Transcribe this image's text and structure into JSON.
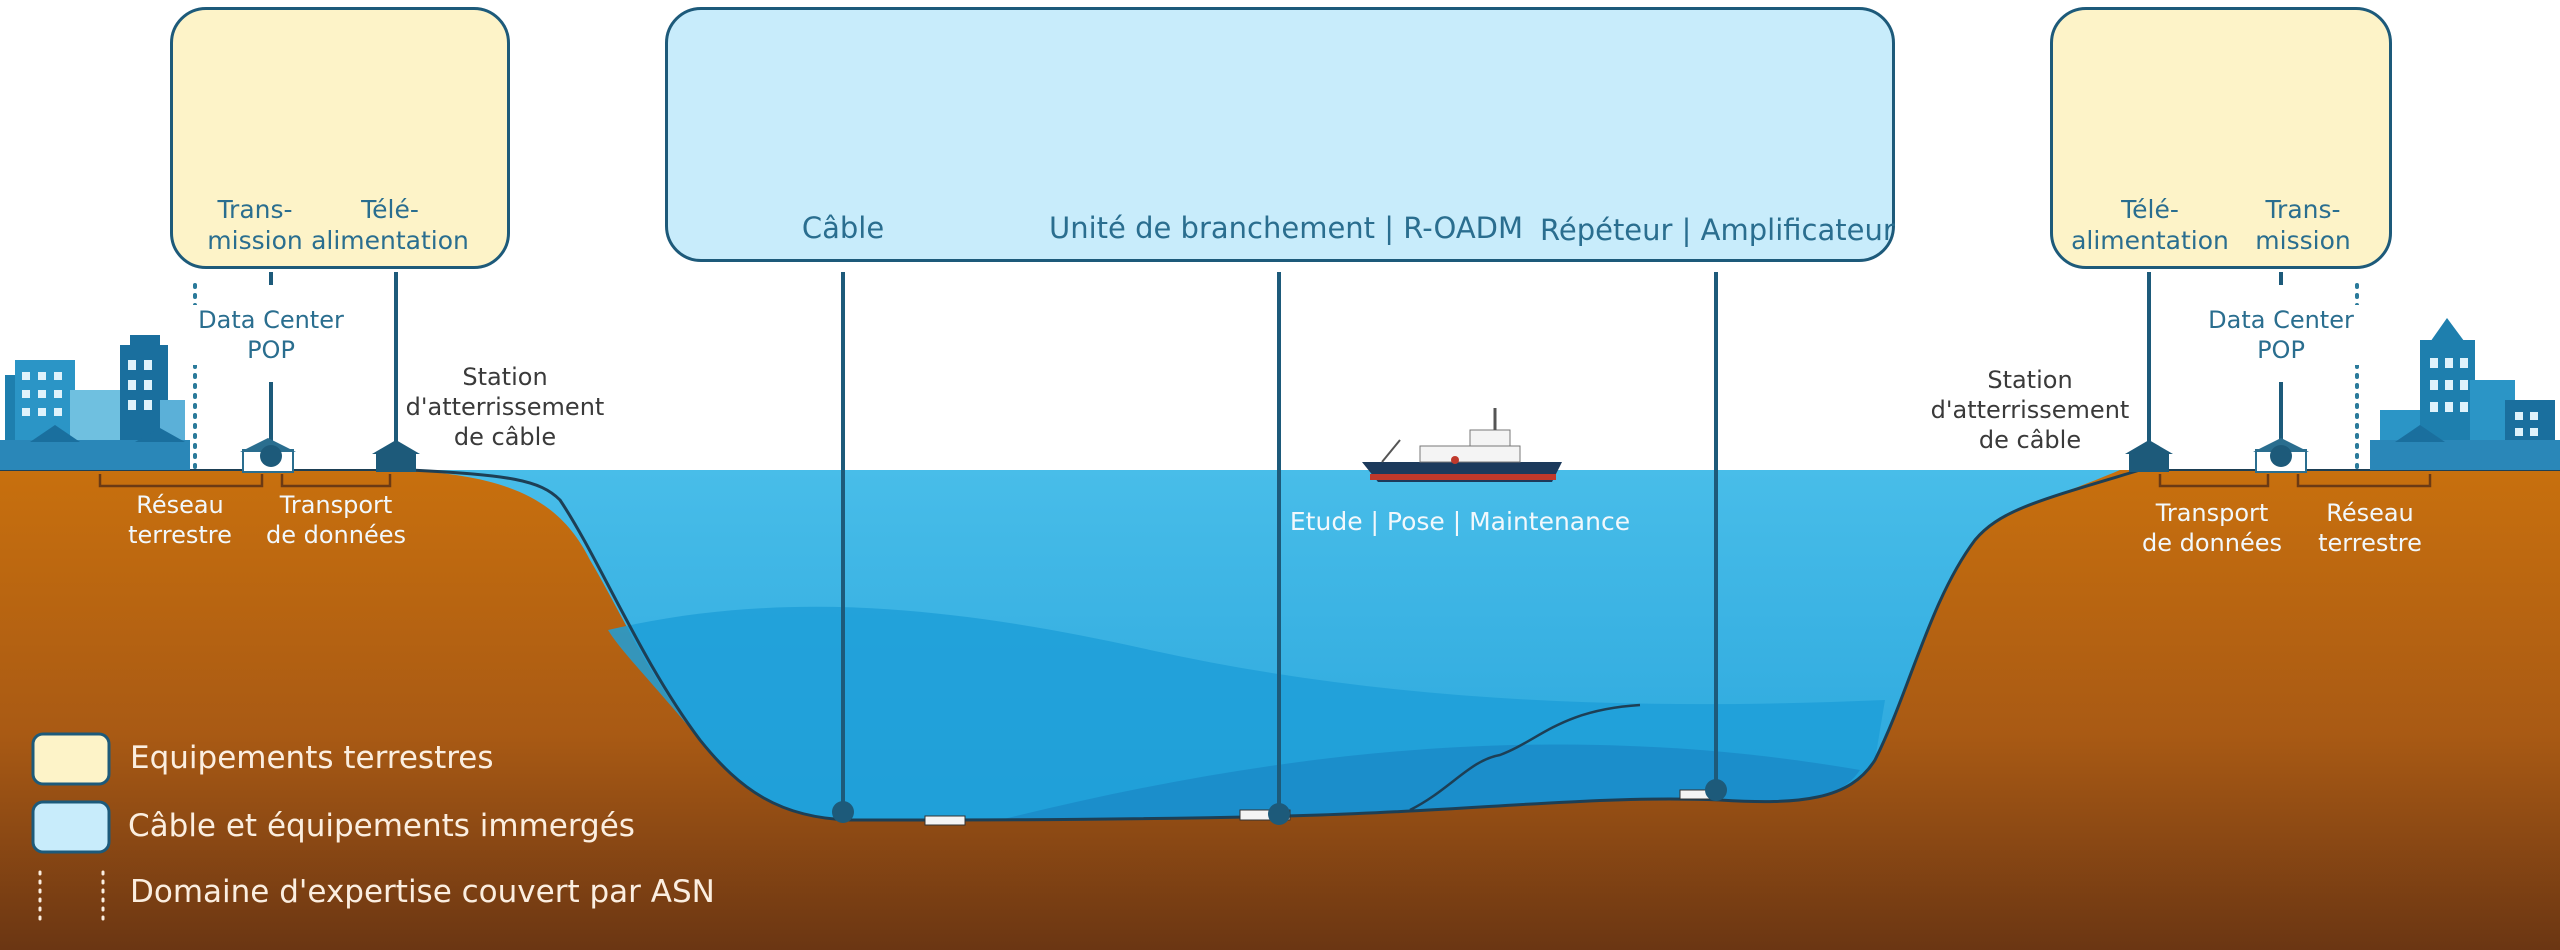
{
  "colors": {
    "terrestrial_fill": "#fdf3c8",
    "submarine_fill": "#c8ecfb",
    "box_border": "#1d5a7a",
    "sea": "#3fb8e6",
    "sea_deep": "#23a0d8",
    "ground": "#c26a12",
    "ground_dark": "#7a3d12",
    "connector": "#1d5a7a"
  },
  "left_station": {
    "equipment": [
      {
        "label": "Trans-\nmission",
        "icon": "rack-tower-icon"
      },
      {
        "label": "Télé-\nalimentation",
        "icon": "power-cabinet-icon"
      }
    ],
    "datacenter_label": "Data Center\nPOP",
    "landing_label": "Station\nd'atterrissement\nde câble",
    "network_label": "Réseau\nterrestre",
    "transport_label": "Transport\nde données",
    "city_icon": "city-skyline-icon"
  },
  "right_station": {
    "equipment": [
      {
        "label": "Télé-\nalimentation",
        "icon": "power-cabinet-icon"
      },
      {
        "label": "Trans-\nmission",
        "icon": "rack-tower-icon"
      }
    ],
    "datacenter_label": "Data Center\nPOP",
    "landing_label": "Station\nd'atterrissement\nde câble",
    "network_label": "Réseau\nterrestre",
    "transport_label": "Transport\nde données",
    "city_icon": "city-skyline-icon"
  },
  "submarine": {
    "items": [
      {
        "label": "Câble",
        "icon": "cable-cross-section-icon"
      },
      {
        "label": "Unité de branchement | R-OADM",
        "icon": "branching-unit-icon"
      },
      {
        "label": "Répéteur | Amplificateur",
        "icon": "repeater-icon"
      }
    ]
  },
  "ship": {
    "label": "Etude | Pose | Maintenance",
    "icon": "cable-ship-icon"
  },
  "legend": {
    "items": [
      {
        "label": "Equipements terrestres",
        "swatch": "terrestrial"
      },
      {
        "label": "Câble et équipements immergés",
        "swatch": "submarine"
      },
      {
        "label": "Domaine d'expertise couvert par ASN",
        "swatch": "dotted"
      }
    ]
  }
}
